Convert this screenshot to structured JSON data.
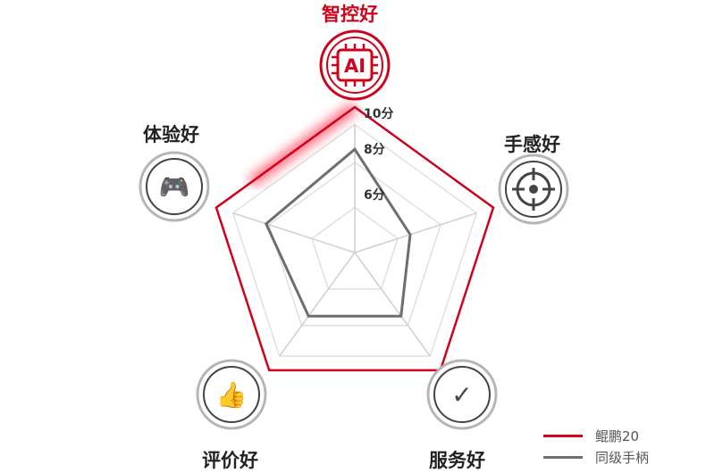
{
  "chart_data": {
    "type": "radar",
    "axes": [
      "智控好",
      "手感好",
      "服务好",
      "评价好",
      "体验好"
    ],
    "axis_icons": [
      "ai-chip-icon",
      "crosshair-icon",
      "award-badge-icon",
      "thumbs-up-stars-icon",
      "gamepad-icon"
    ],
    "tick_labels": [
      "6分",
      "8分",
      "10分"
    ],
    "range": [
      0,
      10
    ],
    "series": [
      {
        "name": "鲲鹏20",
        "color": "#d0021b",
        "values": [
          10,
          10,
          10,
          10,
          10
        ]
      },
      {
        "name": "同级手柄",
        "color": "#6e6e6e",
        "values": [
          7.1,
          4.0,
          5.4,
          5.4,
          6.4
        ]
      }
    ],
    "legend_position": "bottom-right"
  }
}
